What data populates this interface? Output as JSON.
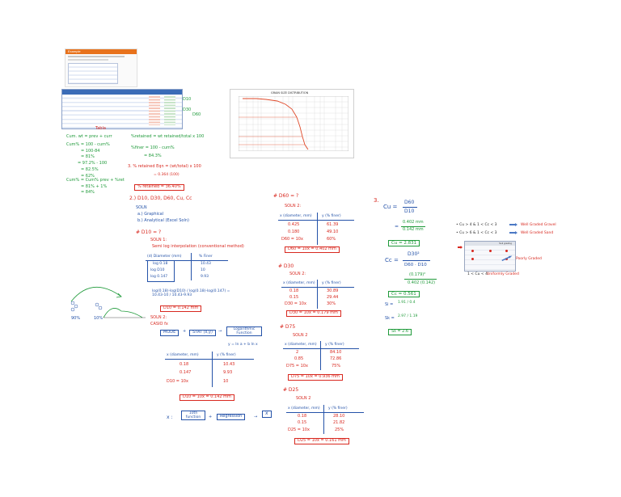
{
  "colors": {
    "green": "#1f9a3a",
    "red": "#d8281f",
    "blue": "#2452a8",
    "orange": "#e8721c",
    "table_header": "#3a6cb7"
  },
  "slide_banner": {
    "title": "Example"
  },
  "sieve_table": {
    "side_labels": [
      "D10",
      "D30",
      "D60"
    ],
    "note": "Tabla"
  },
  "chart": {
    "title": "GRAIN SIZE DISTRIBUTION"
  },
  "left_calc": {
    "lines": [
      "Cum. wt = prev + curr",
      "Cum% = 100 - cum%",
      "= 100-84",
      "= 81%",
      "= 97.2% - 100",
      "= 82.5%",
      "= 62%"
    ],
    "mid_lines": [
      "%retained = wt retained/total x 100",
      "%finer = 100 - cum%",
      "= 84.3%"
    ],
    "pct_label": "3. % retained Eqn = (wt/total) x 100",
    "result": "% retained = 36.40%"
  },
  "section2": {
    "heading": "2.) D10, D30, D60, Cu, Cc",
    "soln": "SOLN",
    "methods": [
      "a.) Graphical",
      "b.) Analytical (Excel Soln)"
    ],
    "d10": "# D10 = ?",
    "soln1": "SOLN 1:",
    "interp": "Semi log interpolation (conventional method)",
    "col_x": "(d) Diameter (mm)",
    "col_y": "% Finer",
    "rows": [
      [
        "log 0.18",
        "10.43"
      ],
      [
        "log D10",
        "10"
      ],
      [
        "log 0.147",
        "9.93"
      ]
    ],
    "eqn1": "log(0.18)-log(D10) / log(0.18)-log(0.147) = 10.43-10 / 10.43-9.93",
    "answer1": "D10 = 0.142 mm",
    "soln2": "SOLN 2:",
    "casio": "CASIO fx",
    "flow": [
      "MODE",
      "STAT (x,y)",
      "Logarithmic Function",
      "y = ln a + b ln x"
    ],
    "t2_x": "x (diameter, mm)",
    "t2_y": "y (% finer)",
    "t2_rows": [
      [
        "0.18",
        "10.43"
      ],
      [
        "0.147",
        "9.93"
      ],
      [
        "D10 = 10x",
        "10"
      ]
    ],
    "answer2": "D10 = 10x = 0.142 mm",
    "flow2": [
      "x :",
      "10th function",
      "+",
      "Regression",
      "→",
      "x"
    ],
    "pct_axis": [
      "90%",
      "10%"
    ]
  },
  "section_d60": {
    "heading": "# D60 = ?",
    "soln": "SOLN 2:",
    "col_x": "x (diameter, mm)",
    "col_y": "y (% finer)",
    "rows": [
      [
        "0.425",
        "61.39"
      ],
      [
        "0.180",
        "49.10"
      ],
      [
        "D60 = 10x",
        "60%"
      ]
    ],
    "answer": "D60 = 10x = 0.402 mm"
  },
  "section_d30": {
    "heading": "# D30",
    "soln": "SOLN 2:",
    "col_x": "x (diameter, mm)",
    "col_y": "y (% finer)",
    "rows": [
      [
        "0.18",
        "30.89"
      ],
      [
        "0.15",
        "29.44"
      ],
      [
        "D30 = 10x",
        "30%"
      ]
    ],
    "answer": "D30 = 10x = 0.179 mm"
  },
  "section_d75": {
    "heading": "# D75",
    "soln": "SOLN 2",
    "col_x": "x (diameter, mm)",
    "col_y": "y (% finer)",
    "rows": [
      [
        "2",
        "84.10"
      ],
      [
        "0.85",
        "72.86"
      ],
      [
        "D75 = 10x",
        "75%"
      ]
    ],
    "answer": "D75 = 10x = 0.936 mm"
  },
  "section_d25": {
    "heading": "# D25",
    "soln": "SOLN 2",
    "col_x": "x (diameter, mm)",
    "col_y": "y (% finer)",
    "rows": [
      [
        "0.18",
        "28.10"
      ],
      [
        "0.15",
        "21.82"
      ],
      [
        "D25 = 10x",
        "25%"
      ]
    ],
    "answer": "D25 = 10x = 0.161 mm"
  },
  "section3": {
    "heading": "3.",
    "cu_lhs": "Cu =",
    "cu_num": "D60",
    "cu_den": "D10",
    "cu_sub_num": "0.402 mm",
    "cu_sub_den": "0.142 mm",
    "cu_result": "Cu = 2.831",
    "cc_lhs": "Cc =",
    "cc_num": "D30²",
    "cc_den": "D60 · D10",
    "cc_sub_num": "(0.179)²",
    "cc_sub_den": "0.402 (0.142)",
    "cc_result": "Cc = 0.561",
    "extra": [
      "Si =",
      "Sk =",
      "Ss = 2.6"
    ]
  },
  "criteria": {
    "rows": [
      {
        "text": "• Cu > 4   &   1 < Cc < 3",
        "label": "Well Graded Gravel"
      },
      {
        "text": "• Cu > 6   &   1 < Cc < 3",
        "label": "Well Graded Sand"
      }
    ],
    "poorly": "Poorly Graded",
    "uniform_prefix": "1 < Cu < 4:",
    "uniform_label": "Uniformly Graded",
    "mini_header": "Soil grading"
  }
}
